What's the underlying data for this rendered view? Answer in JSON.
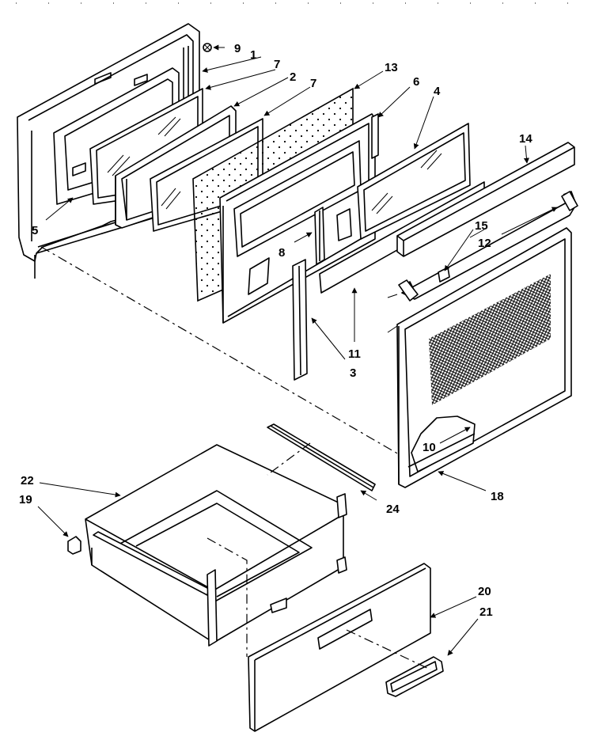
{
  "diagram": {
    "labels": {
      "l1": "1",
      "l2": "2",
      "l3": "3",
      "l4": "4",
      "l5": "5",
      "l6": "6",
      "l7a": "7",
      "l7b": "7",
      "l8": "8",
      "l9": "9",
      "l10": "10",
      "l11": "11",
      "l12": "12",
      "l13": "13",
      "l14": "14",
      "l15": "15",
      "l18": "18",
      "l19": "19",
      "l20": "20",
      "l21": "21",
      "l22": "22",
      "l24": "24"
    }
  }
}
